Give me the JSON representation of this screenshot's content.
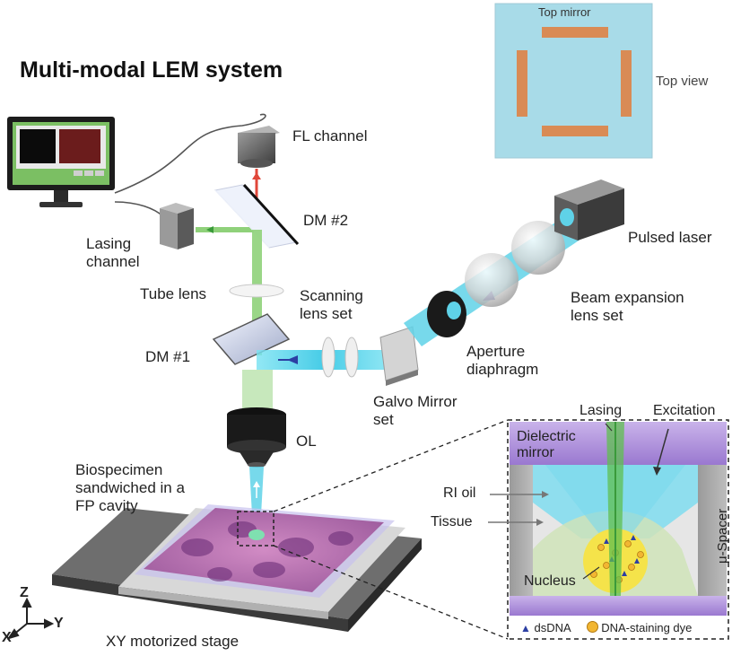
{
  "title": "Multi-modal LEM system",
  "top_view": {
    "top_mirror": "Top mirror",
    "top_view": "Top view"
  },
  "labels": {
    "fl_channel": "FL channel",
    "dm2": "DM #2",
    "lasing_channel": "Lasing channel",
    "tube_lens": "Tube lens",
    "scanning_lens_set": "Scanning lens set",
    "dm1": "DM #1",
    "pulsed_laser": "Pulsed laser",
    "beam_expansion_lens_set": "Beam expansion lens set",
    "aperture_diaphragm": "Aperture diaphragm",
    "galvo_mirror_set": "Galvo Mirror set",
    "ol": "OL",
    "biospecimen": "Biospecimen sandwiched in a FP cavity",
    "xy_stage": "XY motorized stage"
  },
  "inset": {
    "lasing": "Lasing",
    "excitation": "Excitation",
    "dielectric_mirror": "Dielectric mirror",
    "ri_oil": "RI oil",
    "tissue": "Tissue",
    "spacer": "μ-Spacer",
    "nucleus": "Nucleus",
    "legend_dsdna": "dsDNA",
    "legend_dye": "DNA-staining dye"
  },
  "axes": {
    "z": "Z",
    "y": "Y",
    "x": "X"
  },
  "colors": {
    "beam": "#5fd2e8",
    "emission": "#8fd17a",
    "fl": "#e0473a",
    "mirror_purple": "#a98bd6",
    "top_view_bg": "#a8dbe8",
    "top_view_mirror": "#d98b55",
    "nucleus": "#f5e34a",
    "arrow": "#2c3fa3"
  },
  "icons": [
    "monitor-icon",
    "camera-icon",
    "laser-icon",
    "lens-icon",
    "mirror-icon",
    "objective-icon",
    "stage-icon",
    "axis-icon"
  ]
}
